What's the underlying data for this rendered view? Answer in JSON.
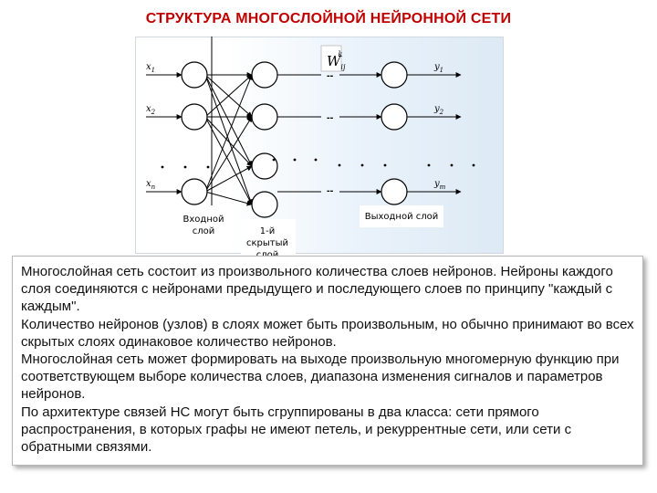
{
  "title": "СТРУКТУРА МНОГОСЛОЙНОЙ НЕЙРОННОЙ СЕТИ",
  "diagram": {
    "inputs": [
      "x1",
      "x2",
      "xn"
    ],
    "outputs": [
      "y1",
      "y2",
      "ym"
    ],
    "weight_label": "W",
    "weight_sub": "ij",
    "weight_sup": "k",
    "caption_input": [
      "Входной",
      "слой"
    ],
    "caption_hidden": [
      "1-й",
      "скрытый",
      "слой"
    ],
    "caption_output": "Выходной слой",
    "dash": "--"
  },
  "text": {
    "paragraphs": [
      "Многослойная сеть состоит из произвольного количества слоев нейронов. Нейроны каждого слоя соединяются с нейронами предыдущего и последующего слоев по принципу \"каждый с каждым\".",
      "Количество нейронов (узлов) в слоях может быть произвольным, но обычно принимают во всех скрытых слоях одинаковое  количество нейронов.",
      "Многослойная сеть может формировать на выходе произвольную многомерную функцию при соответствующем выборе количества слоев, диапазона изменения сигналов и параметров нейронов.",
      " По архитектуре связей НС могут быть сгруппированы в два класса: сети прямого распространения, в которых графы не имеют петель, и рекуррентные сети, или сети с обратными связями."
    ]
  }
}
